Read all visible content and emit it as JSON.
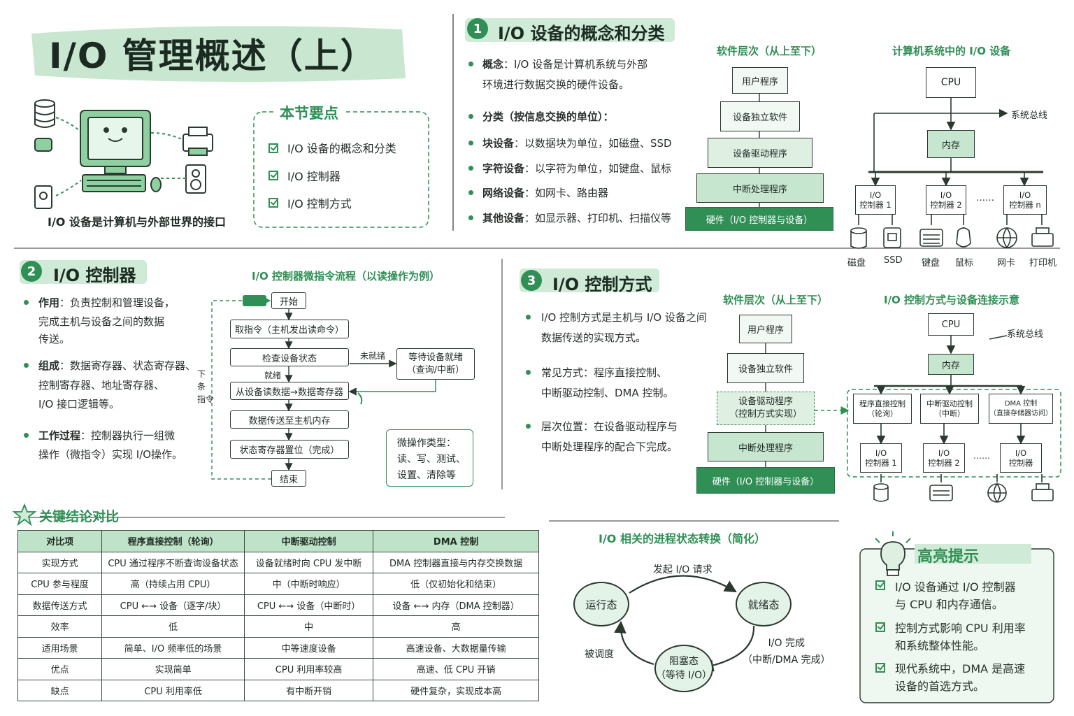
{
  "title": "I/O 管理概述（上）",
  "intro": {
    "caption": "I/O 设备是计算机与外部世界的接口",
    "key_points_title": "本节要点",
    "key_points": [
      "I/O 设备的概念和分类",
      "I/O 控制器",
      "I/O 控制方式"
    ]
  },
  "section1": {
    "number": "1",
    "title": "I/O 设备的概念和分类",
    "concept_label": "概念",
    "concept_line1": "：I/O 设备是计算机系统与外部",
    "concept_line2": "环境进行数据交换的硬件设备。",
    "classify_label": "分类（按信息交换的单位）",
    "classify_colon": "：",
    "items": [
      {
        "label": "块设备",
        "text": "：以数据块为单位，如磁盘、SSD"
      },
      {
        "label": "字符设备",
        "text": "：以字符为单位，如键盘、鼠标"
      },
      {
        "label": "网络设备",
        "text": "：如网卡、路由器"
      },
      {
        "label": "其他设备",
        "text": "：如显示器、打印机、扫描仪等"
      }
    ],
    "layers_title": "软件层次（从上至下）",
    "layers": [
      "用户程序",
      "设备独立软件",
      "设备驱动程序",
      "中断处理程序",
      "硬件（I/O 控制器与设备）"
    ],
    "system_title": "计算机系统中的 I/O 设备",
    "cpu": "CPU",
    "memory": "内存",
    "bus": "系统总线",
    "controllers": [
      "I/O\n控制器 1",
      "I/O\n控制器 2",
      "I/O\n控制器 n"
    ],
    "ellipsis": "……",
    "devices": [
      "磁盘",
      "SSD",
      "键盘",
      "鼠标",
      "网卡",
      "打印机"
    ]
  },
  "section2": {
    "number": "2",
    "title": "I/O 控制器",
    "role_label": "作用",
    "role_lines": [
      "：负责控制和管理设备，",
      "完成主机与设备之间的数据",
      "传送。"
    ],
    "comp_label": "组成",
    "comp_lines": [
      "：数据寄存器、状态寄存器、",
      "控制寄存器、地址寄存器、",
      "I/O 接口逻辑等。"
    ],
    "work_label": "工作过程",
    "work_lines": [
      "：控制器执行一组微",
      "操作（微指令）实现 I/O操作。"
    ],
    "flow_title": "I/O 控制器微指令流程（以读操作为例）",
    "flow": {
      "start": "开始",
      "fetch": "取指令（主机发出读命令）",
      "check": "检查设备状态",
      "not_ready": "未就绪",
      "ready": "就绪",
      "wait": "等待设备就绪\n（查询/中断）",
      "read": "从设备读数据→数据寄存器",
      "transfer": "数据传送至主机内存",
      "status": "状态寄存器置位（完成）",
      "end": "结束",
      "next": "下\n条\n指令",
      "micro_title": "微操作类型：",
      "micro_lines": [
        "读、写、测试、",
        "设置、清除等"
      ]
    }
  },
  "section3": {
    "number": "3",
    "title": "I/O 控制方式",
    "lines": [
      [
        "I/O 控制方式是主机与 I/O 设备之间",
        "数据传送的实现方式。"
      ],
      [
        "常见方式：程序直接控制、",
        "中断驱动控制、DMA 控制。"
      ],
      [
        "层次位置：在设备驱动程序与",
        "中断处理程序的配合下完成。"
      ]
    ],
    "layers_title": "软件层次（从上至下）",
    "layers": [
      "用户程序",
      "设备独立软件",
      "设备驱动程序\n（控制方式实现）",
      "中断处理程序",
      "硬件（I/O 控制器与设备）"
    ],
    "diagram_title": "I/O 控制方式与设备连接示意",
    "cpu": "CPU",
    "memory": "内存",
    "bus": "系统总线",
    "modes": [
      "程序直接控制\n（轮询）",
      "中断驱动控制\n（中断）",
      "DMA 控制\n（直接存储器访问）"
    ],
    "controllers": [
      "I/O\n控制器 1",
      "I/O\n控制器 2",
      "I/O\n控制器"
    ],
    "ellipsis": "……"
  },
  "comparison": {
    "title": "关键结论对比",
    "headers": [
      "对比项",
      "程序直接控制（轮询）",
      "中断驱动控制",
      "DMA 控制"
    ],
    "rows": [
      [
        "实现方式",
        "CPU 通过程序不断查询设备状态",
        "设备就绪时向 CPU 发中断",
        "DMA 控制器直接与内存交换数据"
      ],
      [
        "CPU 参与程度",
        "高（持续占用 CPU）",
        "中（中断时响应）",
        "低（仅初始化和结束）"
      ],
      [
        "数据传送方式",
        "CPU ←→ 设备（逐字/块）",
        "CPU ←→ 设备（中断时）",
        "设备 ←→ 内存（DMA 控制器）"
      ],
      [
        "效率",
        "低",
        "中",
        "高"
      ],
      [
        "适用场景",
        "简单、I/O 频率低的场景",
        "中等速度设备",
        "高速设备、大数据量传输"
      ],
      [
        "优点",
        "实现简单",
        "CPU 利用率较高",
        "高速、低 CPU 开销"
      ],
      [
        "缺点",
        "CPU 利用率低",
        "有中断开销",
        "硬件复杂，实现成本高"
      ]
    ]
  },
  "process_states": {
    "title": "I/O 相关的进程状态转换（简化）",
    "running": "运行态",
    "ready": "就绪态",
    "blocked": "阻塞态\n（等待 I/O）",
    "request": "发起 I/O 请求",
    "complete": "I/O 完成\n（中断/DMA 完成）",
    "scheduled": "被调度"
  },
  "tips": {
    "title": "高亮提示",
    "items": [
      [
        "I/O 设备通过 I/O 控制器",
        "与 CPU 和内存通信。"
      ],
      [
        "控制方式影响 CPU 利用率",
        "和系统整体性能。"
      ],
      [
        "现代系统中，DMA 是高速",
        "设备的首选方式。"
      ]
    ]
  },
  "colors": {
    "accent": "#2f8f55",
    "light": "#cfead6",
    "ink": "#1f2a24"
  }
}
